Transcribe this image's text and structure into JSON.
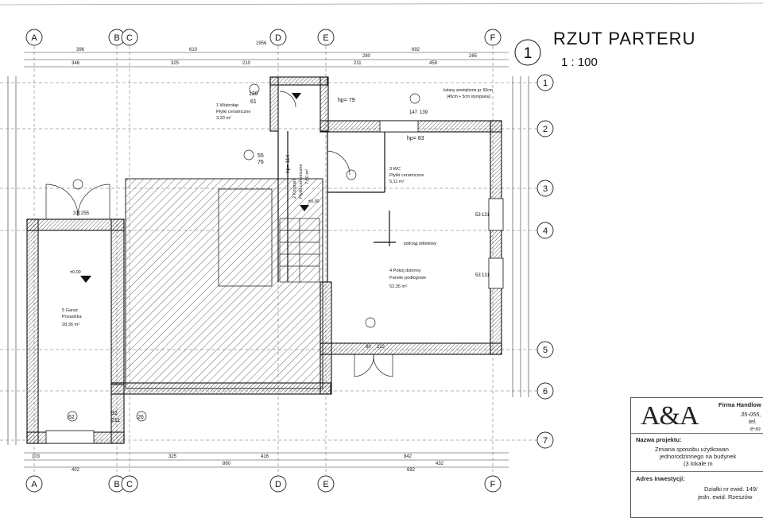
{
  "drawing": {
    "title": "RZUT PARTERU",
    "sheet_number": "1",
    "scale": "1 : 100"
  },
  "grid_axes": {
    "columns": [
      "A",
      "B",
      "C",
      "D",
      "E",
      "F"
    ],
    "rows": [
      "1",
      "2",
      "3",
      "4",
      "5",
      "6",
      "7"
    ]
  },
  "rooms": [
    {
      "line1": "1 Wiatrołap",
      "line2": "Płytki ceramiczne",
      "area": "3,20 m²"
    },
    {
      "line1": "2 Korytarz",
      "line2": "Płytki ceramiczne",
      "area": "7,50 m²"
    },
    {
      "line1": "3 WC",
      "line2": "Płytki ceramiczne",
      "area": "5,11 m²"
    },
    {
      "line1": "4 Pokój dzienny",
      "line2": "Panele podłogowe",
      "area": "52,35 m²"
    },
    {
      "line1": "5 Garaż",
      "line2": "Posadzka",
      "area": "28,36 m²"
    }
  ],
  "annotations": {
    "hp_79": "hp= 79",
    "hp_83": "hp= 83",
    "hp_114": "hp= 114",
    "chimney": "kolany zewnętrzne gr. 50cm",
    "chimney2": "(45cm + 5cm styropianu)",
    "beam": "podciąg żelbetowy",
    "level_0": "±0,00",
    "level_garage": "±0,00"
  },
  "door_tags": [
    {
      "num": "120",
      "sub": "61"
    },
    {
      "num": "147",
      "sub": "139"
    },
    {
      "num": "55",
      "sub": "76"
    },
    {
      "num": "53",
      "sub": "131"
    },
    {
      "num": "53",
      "sub": "131"
    },
    {
      "num": "311",
      "sub": "255"
    },
    {
      "num": "80",
      "sub": "222"
    },
    {
      "num": "92",
      "sub": "211"
    },
    {
      "num": "26",
      "sub": ""
    },
    {
      "num": "62",
      "sub": ""
    }
  ],
  "dims_top": [
    "396",
    "610",
    "1956",
    "692",
    "346",
    "325",
    "210",
    "211",
    "280",
    "459",
    "265"
  ],
  "dims_bottom": [
    "103",
    "402",
    "325",
    "860",
    "416",
    "842",
    "432",
    "692"
  ],
  "title_block": {
    "logo": "A&A",
    "firm": "Firma Handlow",
    "address": "35-055,",
    "tel": "tel.",
    "email": "e-m",
    "project_label": "Nazwa projektu:",
    "project_line1": "Zmiana sposobu użytkowan",
    "project_line2": "jednorodzinnego na budynek",
    "project_line3": "(3 lokale m",
    "address_label": "Adres inwestycji:",
    "address_line1": "Działki nr ewid. 149/",
    "address_line2": "jedn. ewid. Rzeszów"
  },
  "colors": {
    "ink": "#1a1a1a",
    "hatch": "#444444",
    "paper": "#ffffff"
  }
}
